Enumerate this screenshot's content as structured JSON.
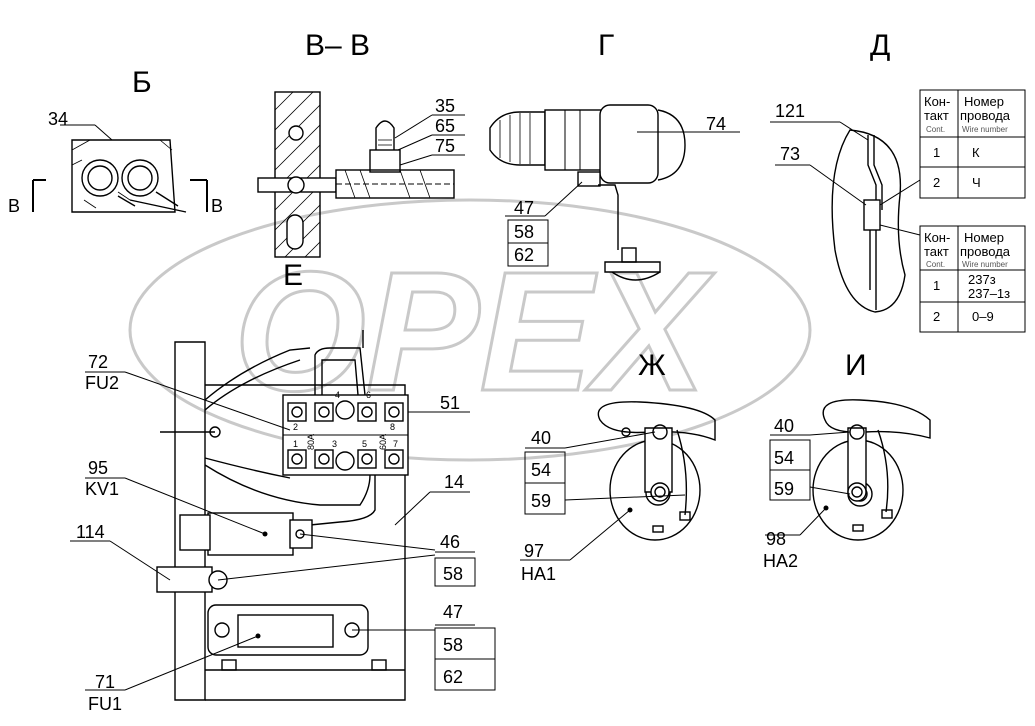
{
  "views": {
    "b": "Б",
    "vv": "В– В",
    "g": "Г",
    "d": "Д",
    "e": "Е",
    "zh": "Ж",
    "i": "И"
  },
  "section_marks": {
    "left": "В",
    "right": "В"
  },
  "watermark": "OPEX",
  "callouts": {
    "c34": "34",
    "c35": "35",
    "c65": "65",
    "c75": "75",
    "c74": "74",
    "c47a": "47",
    "c58a": "58",
    "c62a": "62",
    "c121": "121",
    "c73": "73",
    "c72": "72",
    "fu2": "FU2",
    "c51": "51",
    "c95": "95",
    "kv1": "KV1",
    "c14": "14",
    "c114": "114",
    "c46": "46",
    "c58b": "58",
    "c47b": "47",
    "c58c": "58",
    "c62b": "62",
    "c71": "71",
    "fu1": "FU1",
    "c40a": "40",
    "c54a": "54",
    "c59a": "59",
    "c97": "97",
    "ha1": "HA1",
    "c40b": "40",
    "c54b": "54",
    "c59b": "59",
    "c98": "98",
    "ha2": "HA2"
  },
  "table1": {
    "h1": "Кон-",
    "h2": "такт",
    "h3": "Cont.",
    "h4": "Номер",
    "h5": "провода",
    "h6": "Wire number",
    "rows": [
      {
        "c": "1",
        "w": "К"
      },
      {
        "c": "2",
        "w": "Ч"
      }
    ]
  },
  "table2": {
    "h1": "Кон-",
    "h2": "такт",
    "h3": "Cont.",
    "h4": "Номер",
    "h5": "провода",
    "h6": "Wire number",
    "rows": [
      {
        "c": "1",
        "w1": "237з",
        "w2": "237–1з"
      },
      {
        "c": "2",
        "w1": "0–9",
        "w2": ""
      }
    ]
  },
  "block_marks": {
    "m80a": "80А",
    "m60a": "60А",
    "t1": "1",
    "t2": "2",
    "t3": "3",
    "t4": "4",
    "t5": "5",
    "t6": "6",
    "t7": "7",
    "t8": "8"
  }
}
